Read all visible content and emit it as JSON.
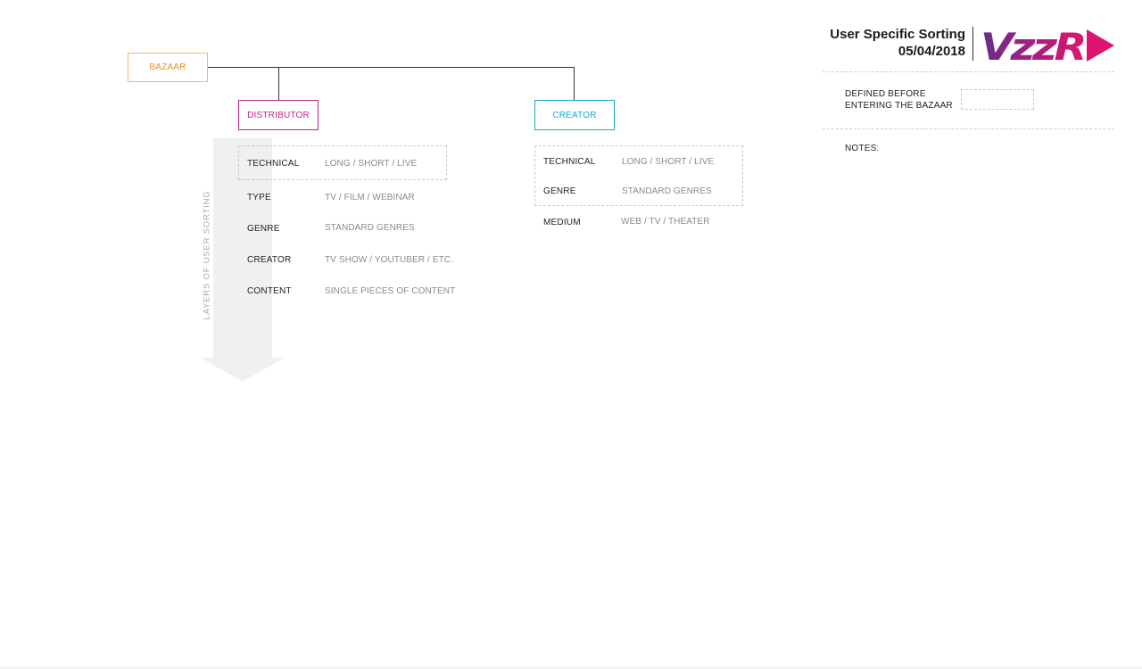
{
  "header": {
    "title": "User Specific Sorting",
    "date": "05/04/2018",
    "logo_text": "VzzR"
  },
  "legend": {
    "defined_before": "DEFINED BEFORE ENTERING THE BAZAAR",
    "notes_label": "NOTES:"
  },
  "nodes": {
    "root": "BAZAAR",
    "distributor": "DISTRIBUTOR",
    "creator": "CREATOR"
  },
  "sorting_arrow_label": "LAYERS OF USER SORTING",
  "distributor_layers": [
    {
      "label": "TECHNICAL",
      "value": "LONG / SHORT / LIVE"
    },
    {
      "label": "TYPE",
      "value": "TV / FILM / WEBINAR"
    },
    {
      "label": "GENRE",
      "value": "STANDARD GENRES"
    },
    {
      "label": "CREATOR",
      "value": "TV SHOW / YOUTUBER / ETC."
    },
    {
      "label": "CONTENT",
      "value": "SINGLE PIECES OF CONTENT"
    }
  ],
  "creator_layers": [
    {
      "label": "TECHNICAL",
      "value": "LONG / SHORT / LIVE"
    },
    {
      "label": "GENRE",
      "value": "STANDARD GENRES"
    },
    {
      "label": "MEDIUM",
      "value": "WEB / TV / THEATER"
    }
  ],
  "colors": {
    "bazaar": "#e8902c",
    "distributor": "#c0268a",
    "creator": "#19a8c9",
    "logo_start": "#6a2c8c",
    "logo_end": "#e0146e"
  }
}
